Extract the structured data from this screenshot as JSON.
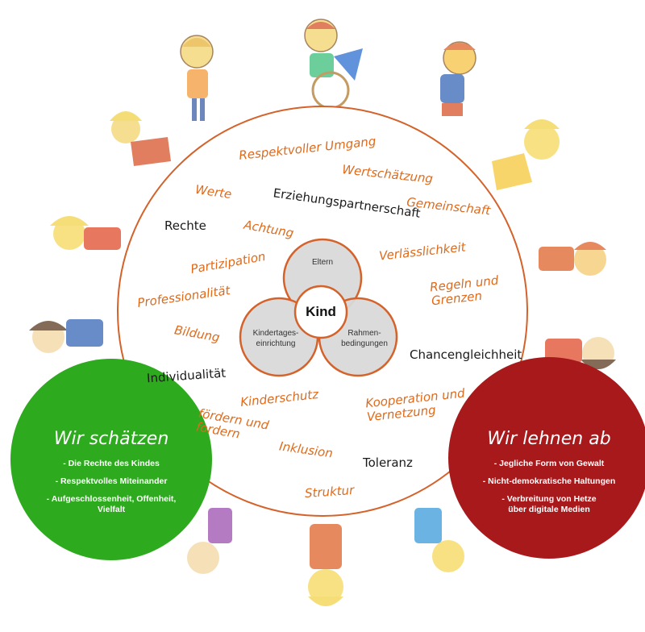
{
  "colors": {
    "ring": "#d4622a",
    "venn_fill": "#d9d9d9",
    "venn_stroke": "#d4622a",
    "words_orange": "#e06a1a",
    "words_dark": "#1a1a1a",
    "green_panel": "#2eaa1f",
    "red_panel": "#a8191c"
  },
  "center": {
    "title": "Kind",
    "circles": {
      "top": "Eltern",
      "left": "Kindertages-\neinrichtung",
      "right": "Rahmen-\nbedingungen"
    }
  },
  "ring_words": [
    {
      "text": "Respektvoller Umgang",
      "color": "orange"
    },
    {
      "text": "Wertschätzung",
      "color": "orange"
    },
    {
      "text": "Werte",
      "color": "orange"
    },
    {
      "text": "Erziehungspartnerschaft",
      "color": "dark"
    },
    {
      "text": "Gemeinschaft",
      "color": "orange"
    },
    {
      "text": "Rechte",
      "color": "dark"
    },
    {
      "text": "Achtung",
      "color": "orange"
    },
    {
      "text": "Verlässlichkeit",
      "color": "orange"
    },
    {
      "text": "Partizipation",
      "color": "orange"
    },
    {
      "text": "Regeln und\nGrenzen",
      "color": "orange"
    },
    {
      "text": "Professionalität",
      "color": "orange"
    },
    {
      "text": "Bildung",
      "color": "orange"
    },
    {
      "text": "Chancengleichheit",
      "color": "dark"
    },
    {
      "text": "Individualität",
      "color": "dark"
    },
    {
      "text": "Kinderschutz",
      "color": "orange"
    },
    {
      "text": "Kooperation und\nVernetzung",
      "color": "orange"
    },
    {
      "text": "fördern und\nfordern",
      "color": "orange"
    },
    {
      "text": "Inklusion",
      "color": "orange"
    },
    {
      "text": "Toleranz",
      "color": "dark"
    },
    {
      "text": "Struktur",
      "color": "orange"
    }
  ],
  "values_panel": {
    "title": "Wir schätzen",
    "items": [
      "- Die Rechte des Kindes",
      "- Respektvolles Miteinander",
      "- Aufgeschlossenheit, Offenheit,\nVielfalt"
    ]
  },
  "reject_panel": {
    "title": "Wir lehnen ab",
    "items": [
      "- Jegliche Form von Gewalt",
      "- Nicht-demokratische Haltungen",
      "- Verbreitung von Hetze\nüber digitale Medien"
    ]
  }
}
